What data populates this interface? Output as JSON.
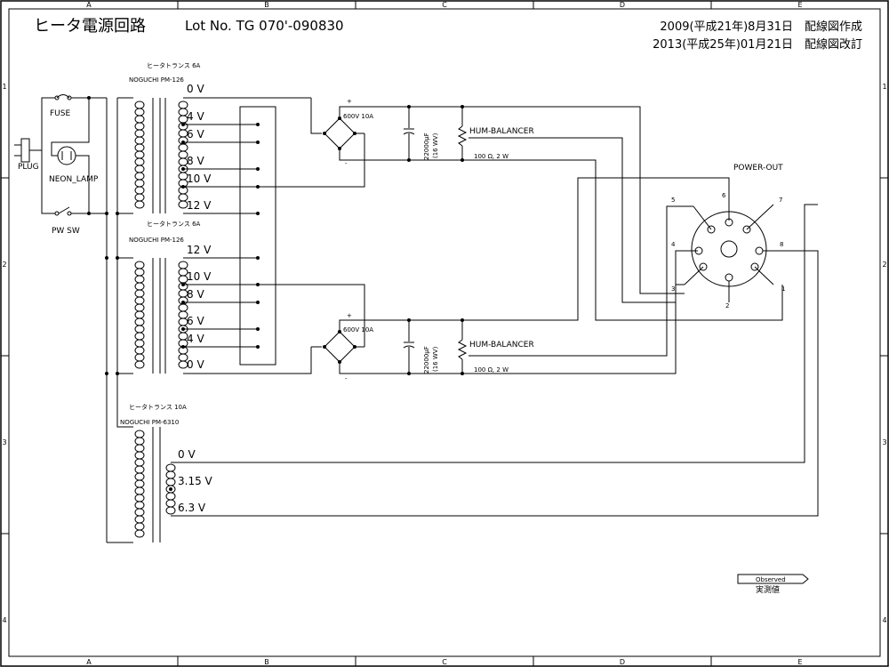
{
  "header": {
    "title": "ヒータ電源回路",
    "lot": "Lot No. TG 070'-090830",
    "created": "2009(平成21年)8月31日　配線図作成",
    "revised": "2013(平成25年)01月21日　配線図改訂"
  },
  "frame": {
    "cols": [
      "A",
      "B",
      "C",
      "D",
      "E"
    ],
    "rows": [
      "1",
      "2",
      "3",
      "4"
    ]
  },
  "input": {
    "fuse": "FUSE",
    "plug": "PLUG",
    "neon": "NEON_LAMP",
    "sw": "PW SW"
  },
  "transformers": [
    {
      "rating": "ヒータトランス 6A",
      "model": "NOGUCHI PM-126",
      "taps": [
        "0 V",
        "4 V",
        "6 V",
        "8 V",
        "10 V",
        "12 V"
      ]
    },
    {
      "rating": "ヒータトランス 6A",
      "model": "NOGUCHI PM-126",
      "taps": [
        "12 V",
        "10 V",
        "8 V",
        "6 V",
        "4 V",
        "0 V"
      ]
    },
    {
      "rating": "ヒータトランス 10A",
      "model": "NOGUCHI  PM-6310",
      "taps": [
        "0 V",
        "3.15 V",
        "6.3 V"
      ]
    }
  ],
  "rectifier": {
    "rating": "600V 10A",
    "plus": "+",
    "minus": "-",
    "capacitor": "22000μF",
    "cap_voltage": "(16 WV)",
    "balancer": "HUM-BALANCER",
    "resistor": "100 Ω, 2 W"
  },
  "socket": {
    "title": "POWER-OUT",
    "pins": [
      "1",
      "2",
      "3",
      "4",
      "5",
      "6",
      "7",
      "8"
    ]
  },
  "legend": {
    "observed": "Observed",
    "measured": "実測値"
  }
}
